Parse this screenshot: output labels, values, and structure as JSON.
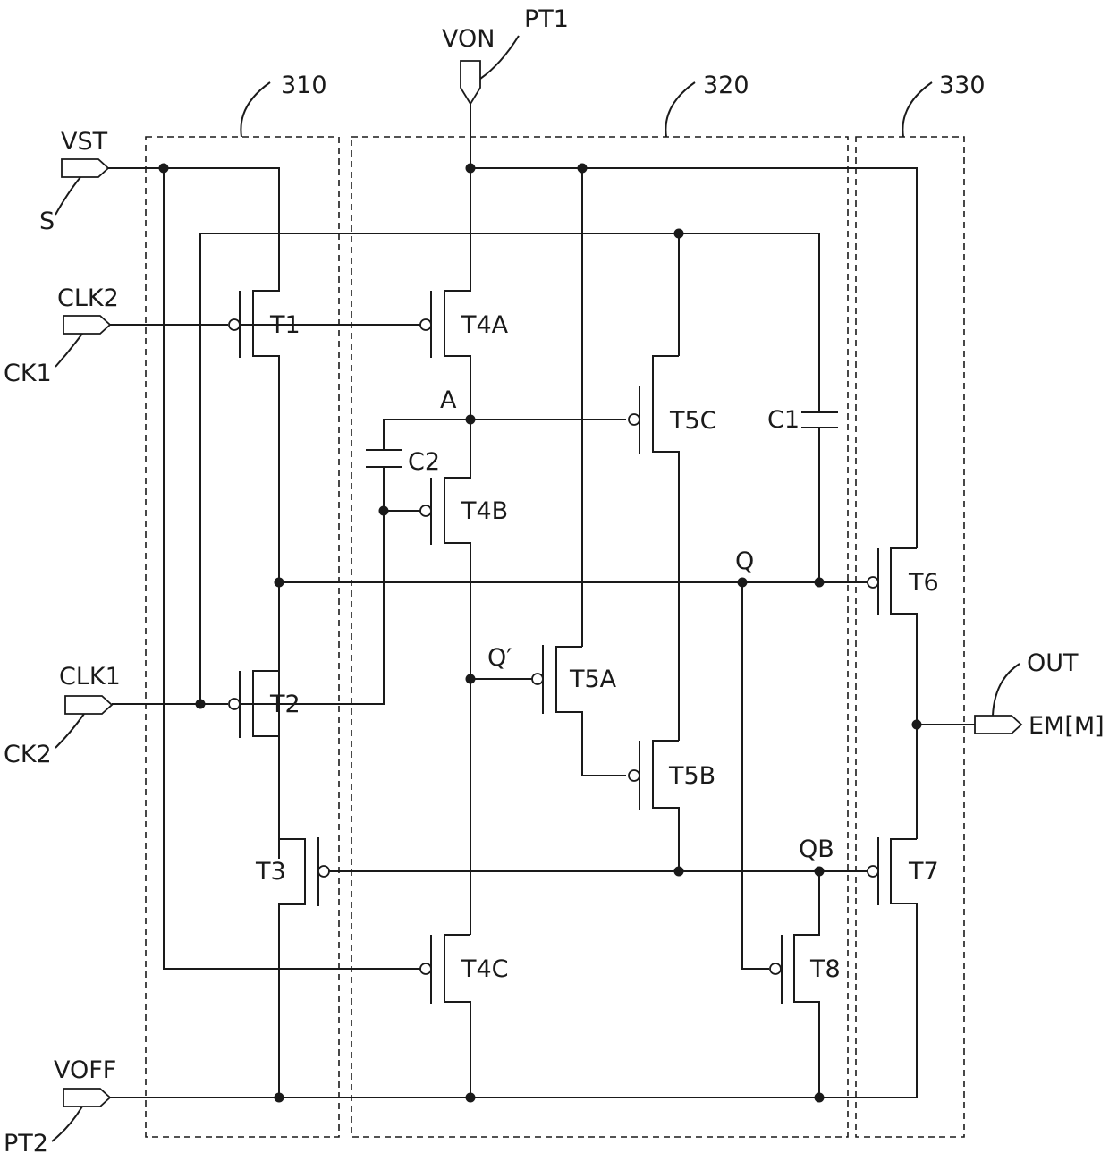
{
  "signals": {
    "von": "VON",
    "pt1": "PT1",
    "vst": "VST",
    "s": "S",
    "clk2": "CLK2",
    "ck1": "CK1",
    "clk1": "CLK1",
    "ck2": "CK2",
    "voff": "VOFF",
    "pt2": "PT2",
    "out": "OUT",
    "em": "EM[M]"
  },
  "blocks": {
    "b310": "310",
    "b320": "320",
    "b330": "330"
  },
  "nodes": {
    "a": "A",
    "q": "Q",
    "qprime": "Q′",
    "qb": "QB"
  },
  "transistors": {
    "t1": "T1",
    "t2": "T2",
    "t3": "T3",
    "t4a": "T4A",
    "t4b": "T4B",
    "t4c": "T4C",
    "t5a": "T5A",
    "t5b": "T5B",
    "t5c": "T5C",
    "t6": "T6",
    "t7": "T7",
    "t8": "T8"
  },
  "capacitors": {
    "c1": "C1",
    "c2": "C2"
  }
}
